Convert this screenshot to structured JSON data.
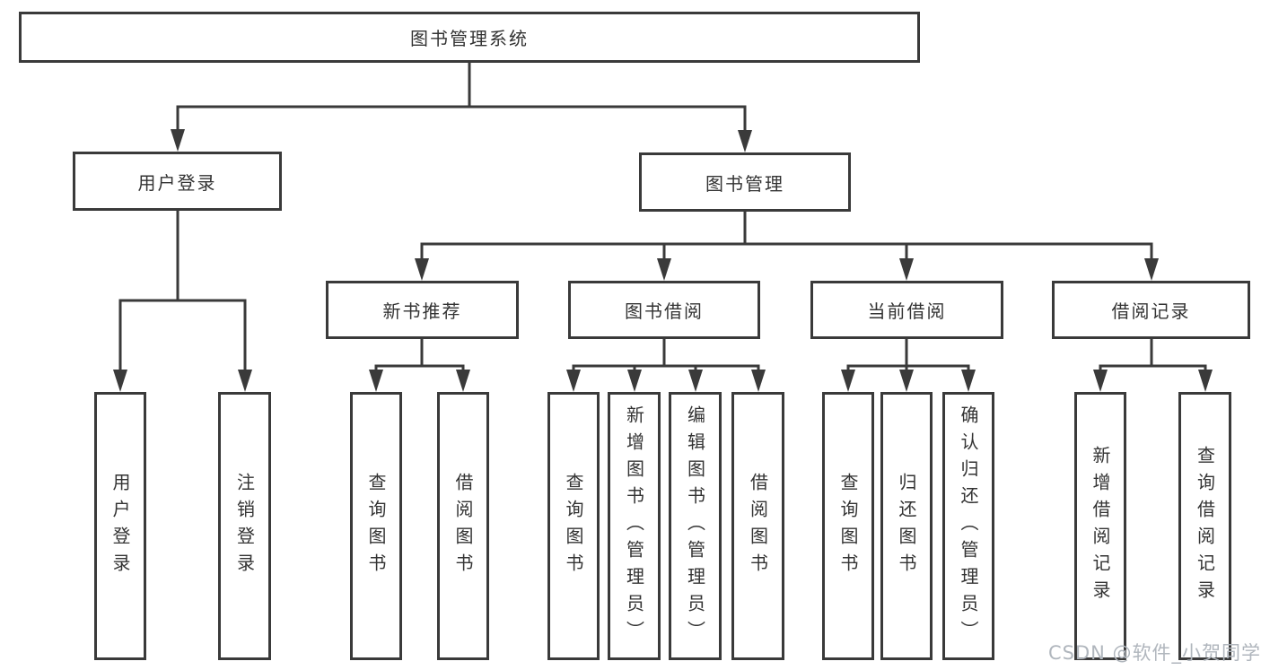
{
  "diagram": {
    "title": "图书管理系统",
    "tree": {
      "label": "图书管理系统",
      "children": [
        {
          "label": "用户登录",
          "children": [
            {
              "label": "用户登录"
            },
            {
              "label": "注销登录"
            }
          ]
        },
        {
          "label": "图书管理",
          "children": [
            {
              "label": "新书推荐",
              "children": [
                {
                  "label": "查询图书"
                },
                {
                  "label": "借阅图书"
                }
              ]
            },
            {
              "label": "图书借阅",
              "children": [
                {
                  "label": "查询图书"
                },
                {
                  "label": "新增图书（管理员）"
                },
                {
                  "label": "编辑图书（管理员）"
                },
                {
                  "label": "借阅图书"
                }
              ]
            },
            {
              "label": "当前借阅",
              "children": [
                {
                  "label": "查询图书"
                },
                {
                  "label": "归还图书"
                },
                {
                  "label": "确认归还（管理员）"
                }
              ]
            },
            {
              "label": "借阅记录",
              "children": [
                {
                  "label": "新增借阅记录"
                },
                {
                  "label": "查询借阅记录"
                }
              ]
            }
          ]
        }
      ]
    }
  },
  "watermark": {
    "text": "CSDN @软件_小贺同学"
  },
  "colors": {
    "line": "#3a3a3a",
    "text": "#333333",
    "watermark": "#b0b6bd",
    "background": "#ffffff"
  }
}
